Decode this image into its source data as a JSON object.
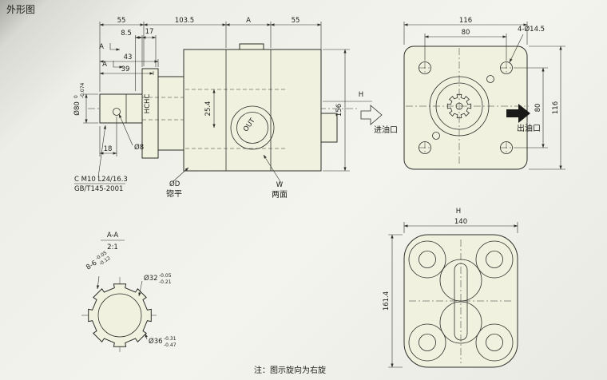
{
  "title": "外形图",
  "note": "注：图示旋向为右旋",
  "colors": {
    "ink": "#2e2e2a",
    "paper_part_fill": "#f0f2df"
  },
  "side_view": {
    "dim_55_left": "55",
    "dim_103_5": "103.5",
    "dim_A": "A",
    "dim_55_right": "55",
    "dim_8_5": "8.5",
    "dim_17": "17",
    "dim_43": "43",
    "dim_39": "39",
    "dim_18": "18",
    "dim_d8": "Ø8",
    "dim_d80": "Ø80",
    "dim_d80_tol_upper": "0",
    "dim_d80_tol_lower": "-0.074",
    "dim_25_4": "25.4",
    "dim_156": "156",
    "dim_H": "H",
    "section_label": "A",
    "flange_mark": "HCHC",
    "port_label": "OUT",
    "center_note1": "C M10 L24/16.3",
    "center_note2": "GB/T145-2001",
    "spotface_dia": "ØD",
    "spotface_text": "锪平",
    "w_label": "W",
    "w_note": "两面"
  },
  "front_view": {
    "dim_116_top": "116",
    "dim_80_top": "80",
    "holes_note": "4-Ø14.5",
    "dim_80_right": "80",
    "dim_116_right": "116",
    "inlet_label": "进油口",
    "outlet_label": "出油口"
  },
  "rear_view": {
    "dim_H": "H",
    "dim_140": "140",
    "dim_161_4": "161.4"
  },
  "section_view": {
    "title": "A-A",
    "scale": "2:1",
    "spline_spec": "8-6",
    "spline_tol_upper": "-0.05",
    "spline_tol_lower": "-0.12",
    "dim_d32": "Ø32",
    "d32_tol_upper": "-0.05",
    "d32_tol_lower": "-0.21",
    "dim_d36": "Ø36",
    "d36_tol_upper": "-0.31",
    "d36_tol_lower": "-0.47"
  }
}
